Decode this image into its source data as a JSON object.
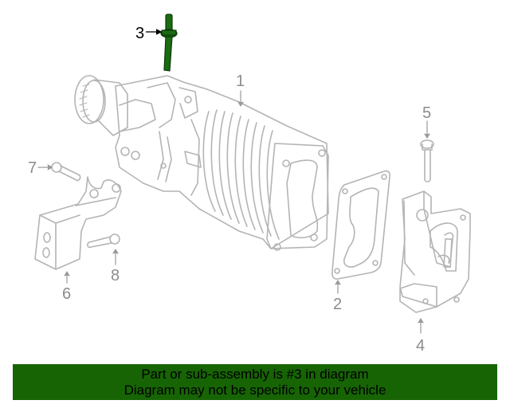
{
  "diagram": {
    "highlighted_part": "3",
    "colors": {
      "line": "#b4b4b4",
      "label": "#8c8c8c",
      "highlight": "#1a6b12",
      "banner": "#176405"
    },
    "callouts": [
      {
        "id": "1",
        "label": "1"
      },
      {
        "id": "2",
        "label": "2"
      },
      {
        "id": "3",
        "label": "3"
      },
      {
        "id": "4",
        "label": "4"
      },
      {
        "id": "5",
        "label": "5"
      },
      {
        "id": "6",
        "label": "6"
      },
      {
        "id": "7",
        "label": "7"
      },
      {
        "id": "8",
        "label": "8"
      }
    ]
  },
  "banner": {
    "line1": "Part or sub-assembly is #3 in diagram",
    "line2": "Diagram may not be specific to your vehicle"
  }
}
